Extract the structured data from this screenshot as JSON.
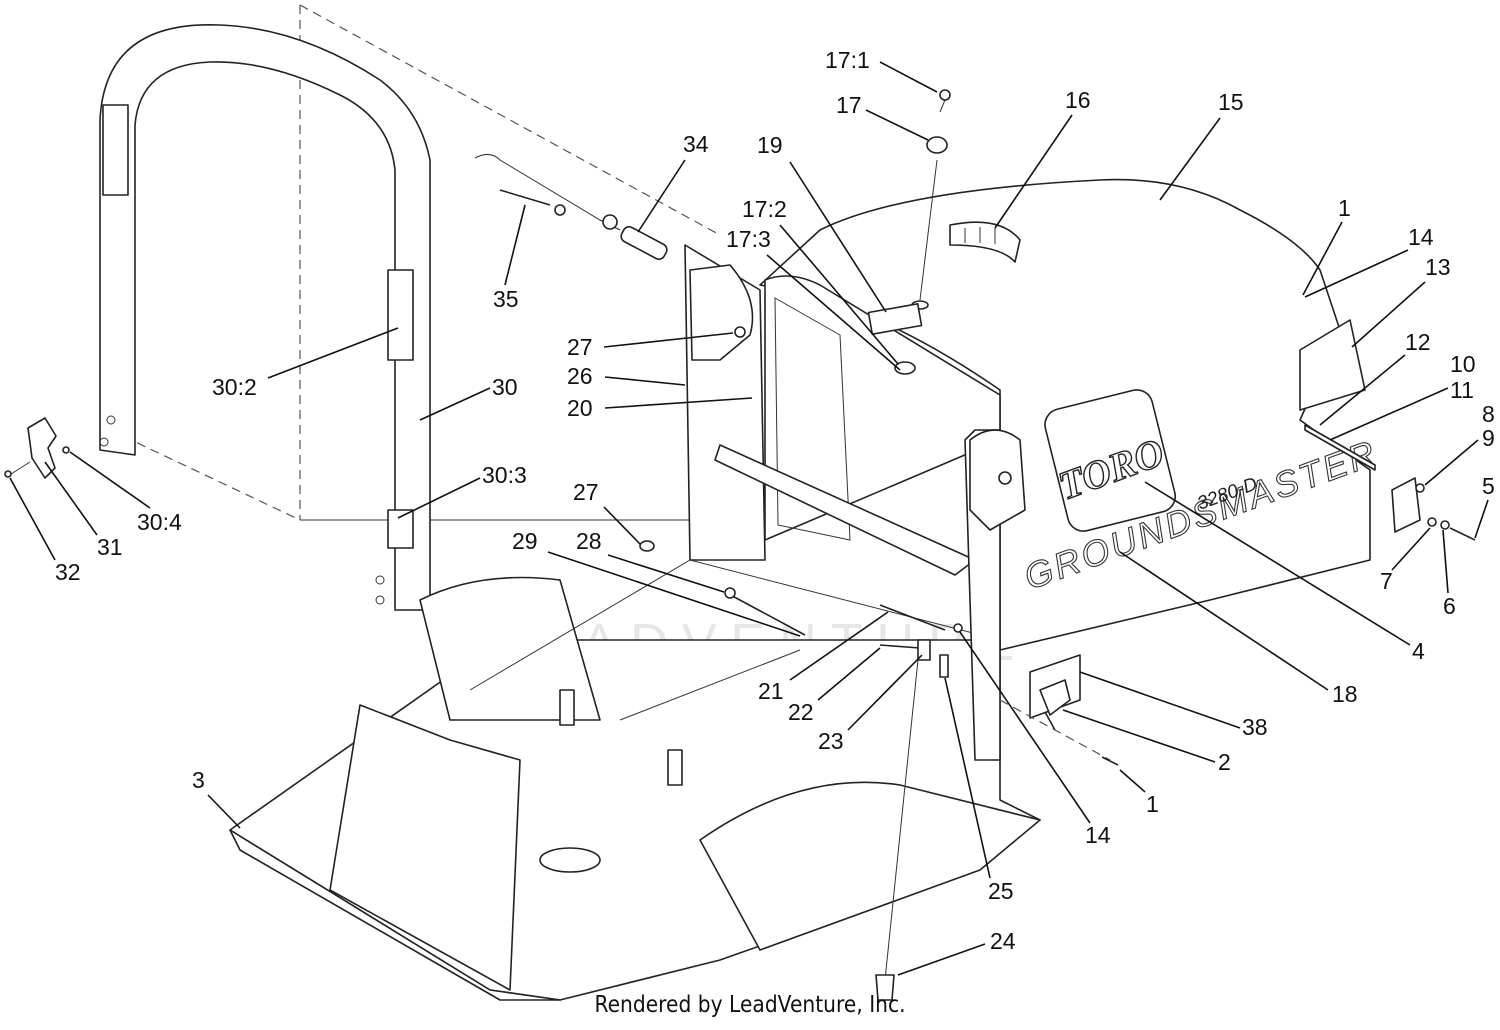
{
  "diagram": {
    "brand_logo": "TORO",
    "brand_name": "GROUNDSMASTER",
    "model": "3280-D",
    "watermark": "LEADVENTURE",
    "footer": "Rendered by LeadVenture, Inc.",
    "callouts": [
      {
        "id": "c-17-1",
        "label": "17:1"
      },
      {
        "id": "c-17",
        "label": "17"
      },
      {
        "id": "c-16",
        "label": "16"
      },
      {
        "id": "c-15",
        "label": "15"
      },
      {
        "id": "c-34",
        "label": "34"
      },
      {
        "id": "c-19",
        "label": "19"
      },
      {
        "id": "c-17-2",
        "label": "17:2"
      },
      {
        "id": "c-17-3",
        "label": "17:3"
      },
      {
        "id": "c-1a",
        "label": "1"
      },
      {
        "id": "c-14a",
        "label": "14"
      },
      {
        "id": "c-13",
        "label": "13"
      },
      {
        "id": "c-35",
        "label": "35"
      },
      {
        "id": "c-12",
        "label": "12"
      },
      {
        "id": "c-10",
        "label": "10"
      },
      {
        "id": "c-11",
        "label": "11"
      },
      {
        "id": "c-27a",
        "label": "27"
      },
      {
        "id": "c-26",
        "label": "26"
      },
      {
        "id": "c-20",
        "label": "20"
      },
      {
        "id": "c-30-2",
        "label": "30:2"
      },
      {
        "id": "c-30",
        "label": "30"
      },
      {
        "id": "c-8",
        "label": "8"
      },
      {
        "id": "c-9",
        "label": "9"
      },
      {
        "id": "c-5",
        "label": "5"
      },
      {
        "id": "c-30-3",
        "label": "30:3"
      },
      {
        "id": "c-30-4",
        "label": "30:4"
      },
      {
        "id": "c-31",
        "label": "31"
      },
      {
        "id": "c-32",
        "label": "32"
      },
      {
        "id": "c-27b",
        "label": "27"
      },
      {
        "id": "c-29",
        "label": "29"
      },
      {
        "id": "c-28",
        "label": "28"
      },
      {
        "id": "c-7",
        "label": "7"
      },
      {
        "id": "c-6",
        "label": "6"
      },
      {
        "id": "c-4",
        "label": "4"
      },
      {
        "id": "c-18",
        "label": "18"
      },
      {
        "id": "c-21",
        "label": "21"
      },
      {
        "id": "c-22",
        "label": "22"
      },
      {
        "id": "c-23",
        "label": "23"
      },
      {
        "id": "c-38",
        "label": "38"
      },
      {
        "id": "c-2",
        "label": "2"
      },
      {
        "id": "c-3",
        "label": "3"
      },
      {
        "id": "c-1b",
        "label": "1"
      },
      {
        "id": "c-14b",
        "label": "14"
      },
      {
        "id": "c-25",
        "label": "25"
      },
      {
        "id": "c-24",
        "label": "24"
      }
    ]
  }
}
